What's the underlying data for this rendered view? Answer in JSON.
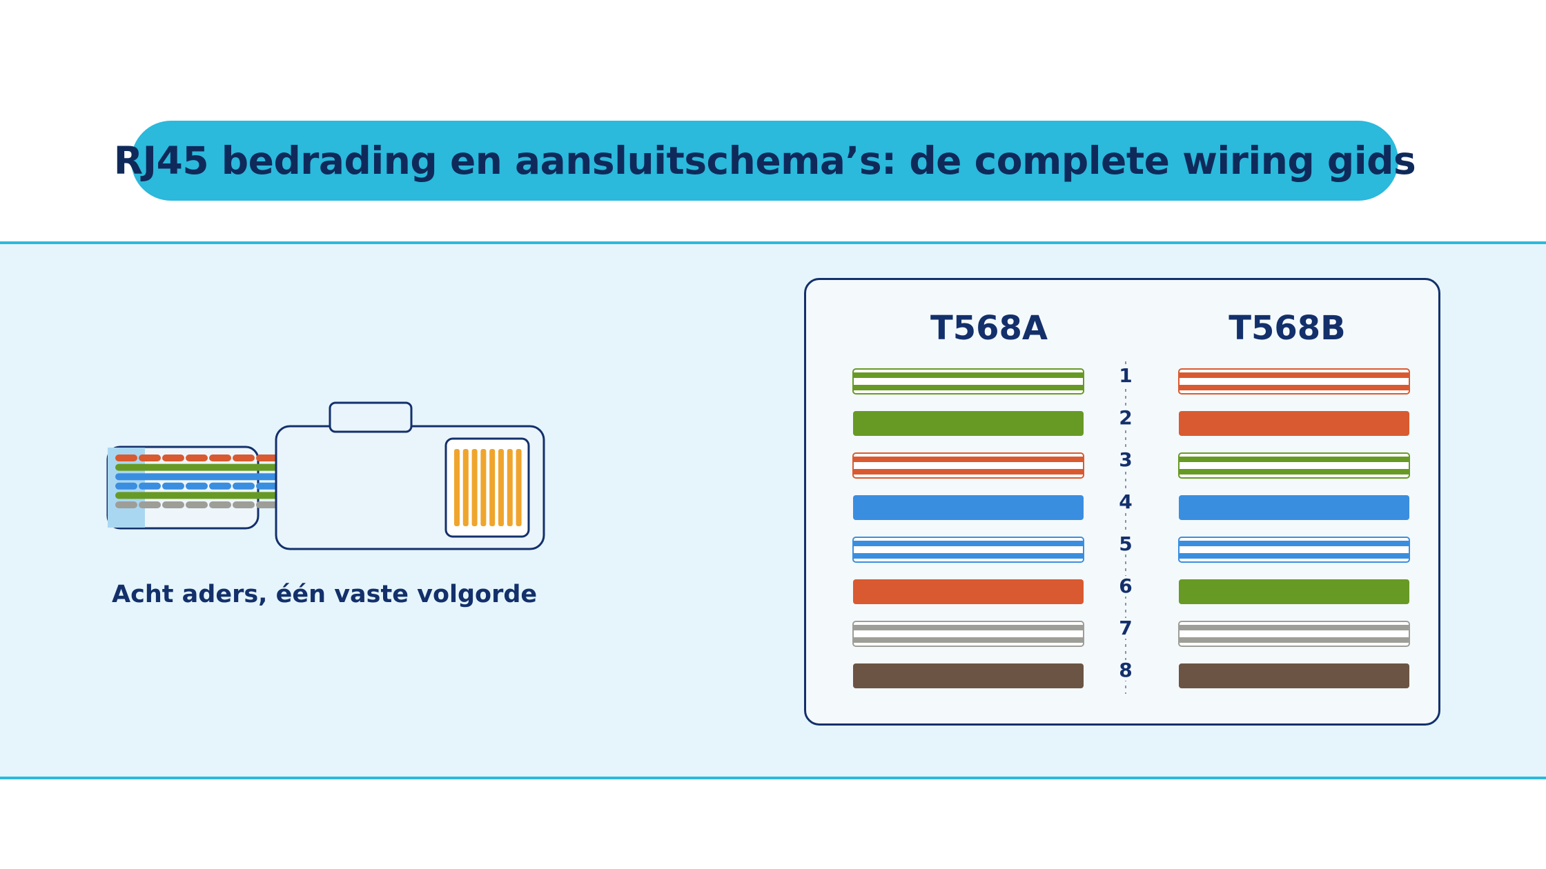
{
  "title": "RJ45 bedrading en aansluitschema’s: de complete wiring gids",
  "caption": "Acht aders, één vaste volgorde",
  "standards": [
    {
      "name": "T568A",
      "pins": [
        "white-green",
        "green",
        "white-orange",
        "blue",
        "white-blue",
        "orange",
        "white-grey",
        "brown"
      ]
    },
    {
      "name": "T568B",
      "pins": [
        "white-orange",
        "orange",
        "white-green",
        "blue",
        "white-blue",
        "green",
        "white-grey",
        "brown"
      ]
    }
  ],
  "pin_numbers": [
    "1",
    "2",
    "3",
    "4",
    "5",
    "6",
    "7",
    "8"
  ],
  "connector": {
    "wires": [
      "orange",
      "green",
      "blue",
      "blue",
      "green",
      "grey"
    ],
    "contacts": 8,
    "icon": "rj45-connector-icon"
  },
  "colors": {
    "title_pill": "#2bb9dc",
    "title_text": "#0f2a5a",
    "navy": "#13306b",
    "band_bg": "#e5f5fb",
    "band_line": "#2bb9dc",
    "panel_bg": "#f4f9fc",
    "orange": "#d95a30",
    "green": "#679a24",
    "blue": "#3a8ee0",
    "grey": "#9e9e98",
    "brown": "#6b5444",
    "contact": "#efa52d"
  }
}
